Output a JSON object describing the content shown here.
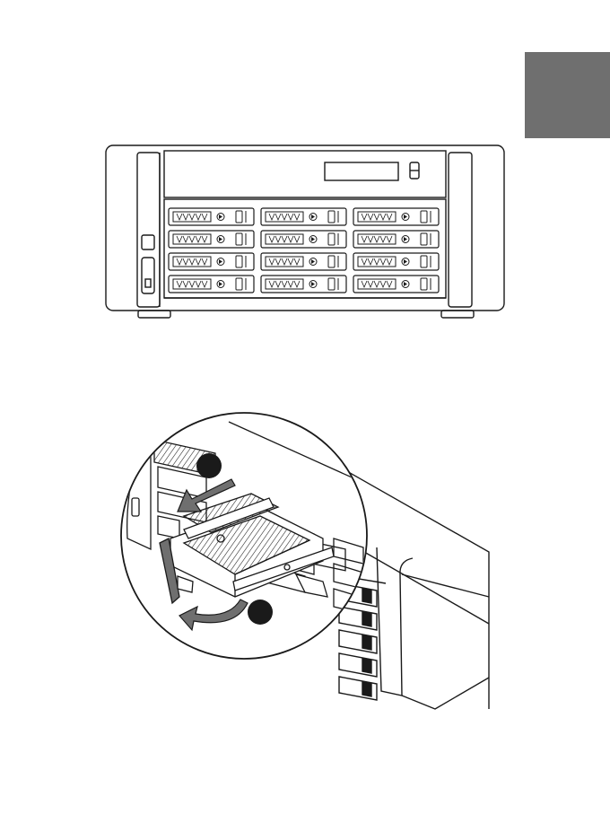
{
  "page": {
    "section_tab_color": "#6f6f6f",
    "line_color": "#1a1a1a"
  },
  "figure_front": {
    "icon": "nas-front-view-illustration",
    "bay_grid": {
      "columns": 3,
      "rows": 4
    }
  },
  "figure_detail": {
    "icon": "drive-tray-removal-illustration",
    "steps": [
      {
        "icon": "step-1-marker",
        "arrow": "pull-out-arrow-icon"
      },
      {
        "icon": "step-2-marker",
        "arrow": "release-lever-arrow-icon"
      }
    ]
  }
}
